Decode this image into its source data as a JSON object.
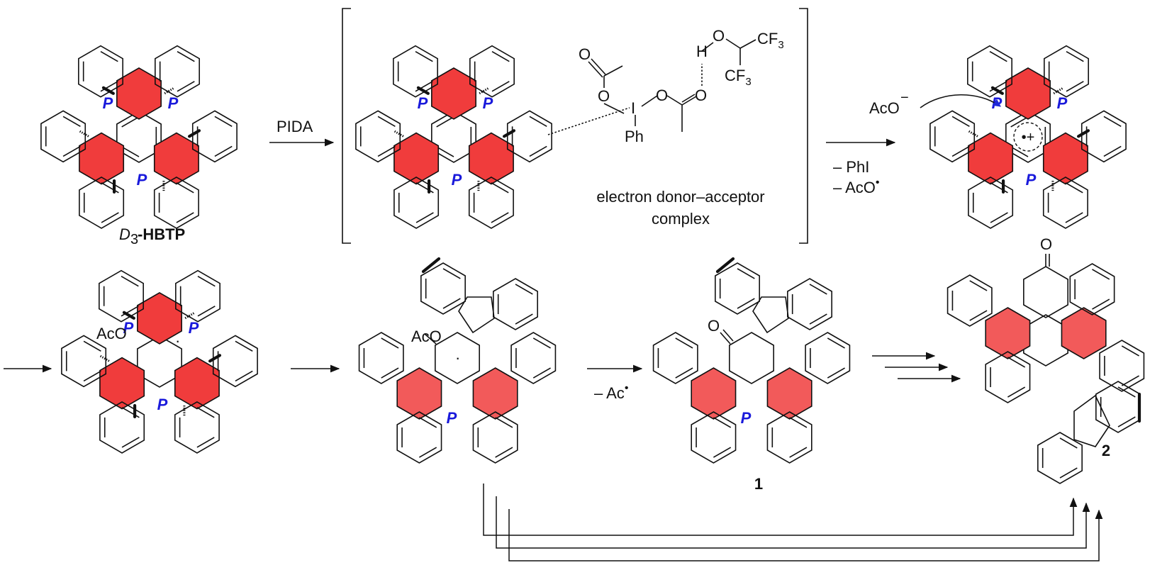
{
  "colors": {
    "ring_fill": "#f03c3c",
    "ring_fill_light": "#f25a5a",
    "helicity_label": "#1a1adb",
    "curved_arrow": "#1e28d8",
    "bond": "#111111"
  },
  "helicity": "P",
  "start_label": {
    "prefix": "D",
    "subscript": "3",
    "suffix": "-HBTP"
  },
  "reagent": "PIDA",
  "complex": {
    "note_line1": "electron donor–acceptor",
    "note_line2": "complex",
    "groups": {
      "carbonyl_o": "O",
      "ester_o": "O",
      "iodine": "I",
      "phenyl": "Ph",
      "h": "H",
      "hfip_o": "O",
      "cf3": "CF",
      "cf3_sub": "3"
    }
  },
  "step_b": {
    "byproduct1": "– PhI",
    "byproduct2_prefix": "– AcO",
    "anion": "AcO",
    "anion_charge": "−",
    "cation_mark": "•+"
  },
  "intermediate_c": {
    "acetoxy": "AcO",
    "radical": "·"
  },
  "intermediate_d": {
    "acetoxy": "AcO",
    "radical": "·"
  },
  "step_e": {
    "byproduct_prefix": "– Ac"
  },
  "compound1": {
    "label": "1",
    "carbonyl_o": "O"
  },
  "compound2": {
    "label": "2",
    "carbonyl_o": "O"
  }
}
